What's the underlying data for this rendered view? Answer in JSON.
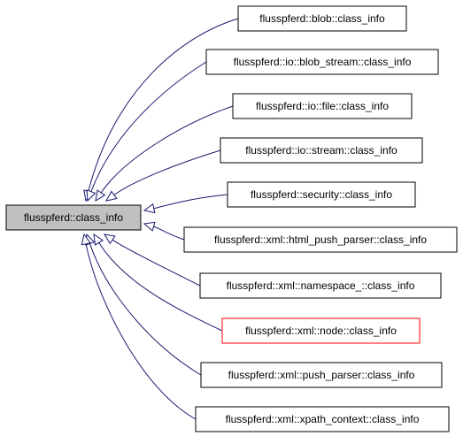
{
  "root": {
    "id": "root",
    "label": "flusspferd::class_info",
    "fill": "#c0c0c0",
    "border": "#000000"
  },
  "nodes": [
    {
      "id": "n0",
      "label": "flusspferd::blob::class_info",
      "border": "#000000"
    },
    {
      "id": "n1",
      "label": "flusspferd::io::blob_stream::class_info",
      "border": "#000000"
    },
    {
      "id": "n2",
      "label": "flusspferd::io::file::class_info",
      "border": "#000000"
    },
    {
      "id": "n3",
      "label": "flusspferd::io::stream::class_info",
      "border": "#000000"
    },
    {
      "id": "n4",
      "label": "flusspferd::security::class_info",
      "border": "#000000"
    },
    {
      "id": "n5",
      "label": "flusspferd::xml::html_push_parser::class_info",
      "border": "#000000"
    },
    {
      "id": "n6",
      "label": "flusspferd::xml::namespace_::class_info",
      "border": "#000000"
    },
    {
      "id": "n7",
      "label": "flusspferd::xml::node::class_info",
      "border": "#ff0000"
    },
    {
      "id": "n8",
      "label": "flusspferd::xml::push_parser::class_info",
      "border": "#000000"
    },
    {
      "id": "n9",
      "label": "flusspferd::xml::xpath_context::class_info",
      "border": "#000000"
    }
  ],
  "edges": [
    {
      "from": "n0",
      "to": "root"
    },
    {
      "from": "n1",
      "to": "root"
    },
    {
      "from": "n2",
      "to": "root"
    },
    {
      "from": "n3",
      "to": "root"
    },
    {
      "from": "n4",
      "to": "root"
    },
    {
      "from": "n5",
      "to": "root"
    },
    {
      "from": "n6",
      "to": "root"
    },
    {
      "from": "n7",
      "to": "root"
    },
    {
      "from": "n8",
      "to": "root"
    },
    {
      "from": "n9",
      "to": "root"
    }
  ],
  "edge_color": "#191970"
}
